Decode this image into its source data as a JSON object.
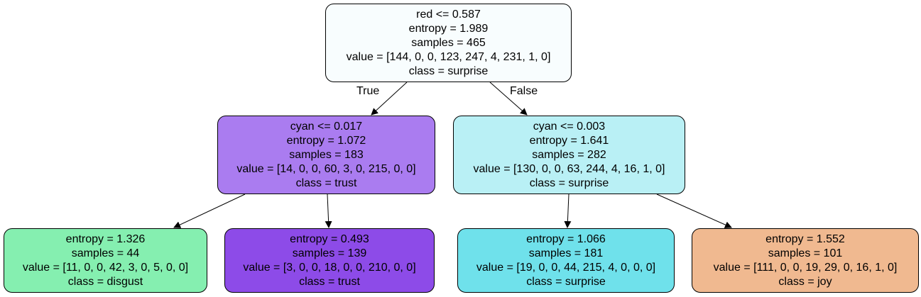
{
  "tree": {
    "nodes": [
      {
        "id": "n0",
        "fill": "#f8fdfe",
        "lines": [
          "red <= 0.587",
          "entropy = 1.989",
          "samples = 465",
          "value = [144, 0, 0, 123, 247, 4, 231, 1, 0]",
          "class = surprise"
        ]
      },
      {
        "id": "n1",
        "fill": "#aa7cf0",
        "lines": [
          "cyan <= 0.017",
          "entropy = 1.072",
          "samples = 183",
          "value = [14, 0, 0, 60, 3, 0, 215, 0, 0]",
          "class = trust"
        ]
      },
      {
        "id": "n2",
        "fill": "#b9f0f5",
        "lines": [
          "cyan <= 0.003",
          "entropy = 1.641",
          "samples = 282",
          "value = [130, 0, 0, 63, 244, 4, 16, 1, 0]",
          "class = surprise"
        ]
      },
      {
        "id": "n3",
        "fill": "#85efb0",
        "lines": [
          "entropy = 1.326",
          "samples = 44",
          "value = [11, 0, 0, 42, 3, 0, 5, 0, 0]",
          "class = disgust"
        ]
      },
      {
        "id": "n4",
        "fill": "#8d4be8",
        "lines": [
          "entropy = 0.493",
          "samples = 139",
          "value = [3, 0, 0, 18, 0, 0, 210, 0, 0]",
          "class = trust"
        ]
      },
      {
        "id": "n5",
        "fill": "#6fe1eb",
        "lines": [
          "entropy = 1.066",
          "samples = 181",
          "value = [19, 0, 0, 44, 215, 4, 0, 0, 0]",
          "class = surprise"
        ]
      },
      {
        "id": "n6",
        "fill": "#f0b990",
        "lines": [
          "entropy = 1.552",
          "samples = 101",
          "value = [111, 0, 0, 19, 29, 0, 16, 1, 0]",
          "class = joy"
        ]
      }
    ],
    "edges": [
      {
        "from": "n0",
        "to": "n1",
        "label": "True"
      },
      {
        "from": "n0",
        "to": "n2",
        "label": "False"
      },
      {
        "from": "n1",
        "to": "n3",
        "label": ""
      },
      {
        "from": "n1",
        "to": "n4",
        "label": ""
      },
      {
        "from": "n2",
        "to": "n5",
        "label": ""
      },
      {
        "from": "n2",
        "to": "n6",
        "label": ""
      }
    ]
  }
}
